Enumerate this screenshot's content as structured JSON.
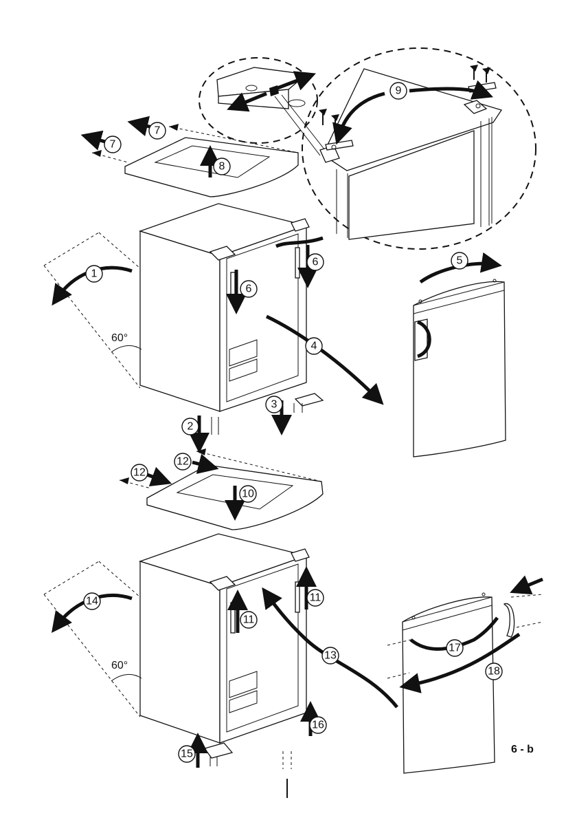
{
  "figure_label": "6 - b",
  "angle_top": "60°",
  "angle_bottom": "60°",
  "steps": {
    "s1": "1",
    "s2": "2",
    "s3": "3",
    "s4": "4",
    "s5": "5",
    "s6a": "6",
    "s6b": "6",
    "s7a": "7",
    "s7b": "7",
    "s8": "8",
    "s9": "9",
    "s10": "10",
    "s11a": "11",
    "s11b": "11",
    "s12a": "12",
    "s12b": "12",
    "s13": "13",
    "s14": "14",
    "s15": "15",
    "s16": "16",
    "s17": "17",
    "s18": "18"
  }
}
